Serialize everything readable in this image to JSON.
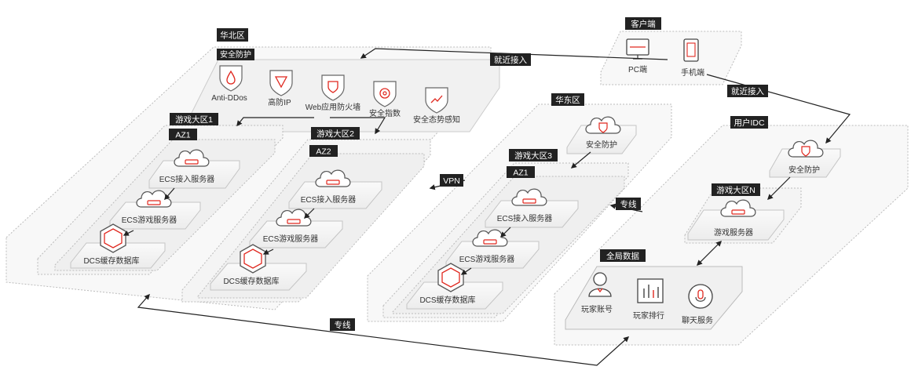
{
  "regions": {
    "north": {
      "title": "华北区",
      "security_tag": "安全防护",
      "services": [
        "Anti-DDos",
        "高防IP",
        "Web应用防火墙",
        "安全指数",
        "安全态势感知"
      ],
      "zone1": {
        "title": "游戏大区1",
        "az": "AZ1",
        "ecs_access": "ECS接入服务器",
        "ecs_game": "ECS游戏服务器",
        "dcs": "DCS缓存数据库"
      },
      "zone2": {
        "title": "游戏大区2",
        "az": "AZ2",
        "ecs_access": "ECS接入服务器",
        "ecs_game": "ECS游戏服务器",
        "dcs": "DCS缓存数据库"
      }
    },
    "east": {
      "title": "华东区",
      "security": "安全防护",
      "zone3": {
        "title": "游戏大区3",
        "az": "AZ1",
        "ecs_access": "ECS接入服务器",
        "ecs_game": "ECS游戏服务器",
        "dcs": "DCS缓存数据库"
      }
    },
    "idc": {
      "title": "用户IDC",
      "security": "安全防护",
      "zoneN": {
        "title": "游戏大区N",
        "server": "游戏服务器"
      }
    },
    "client": {
      "title": "客户端",
      "pc": "PC端",
      "mobile": "手机端"
    },
    "global": {
      "title": "全局数据",
      "items": [
        "玩家账号",
        "玩家排行",
        "聊天服务"
      ]
    }
  },
  "links": {
    "near_access_1": "就近接入",
    "near_access_2": "就近接入",
    "vpn": "VPN",
    "line_east": "专线",
    "line_bottom": "专线"
  },
  "colors": {
    "accent": "#e0281f",
    "label_bg": "#222222",
    "box_border": "#bcbcbc",
    "line": "#222222"
  }
}
